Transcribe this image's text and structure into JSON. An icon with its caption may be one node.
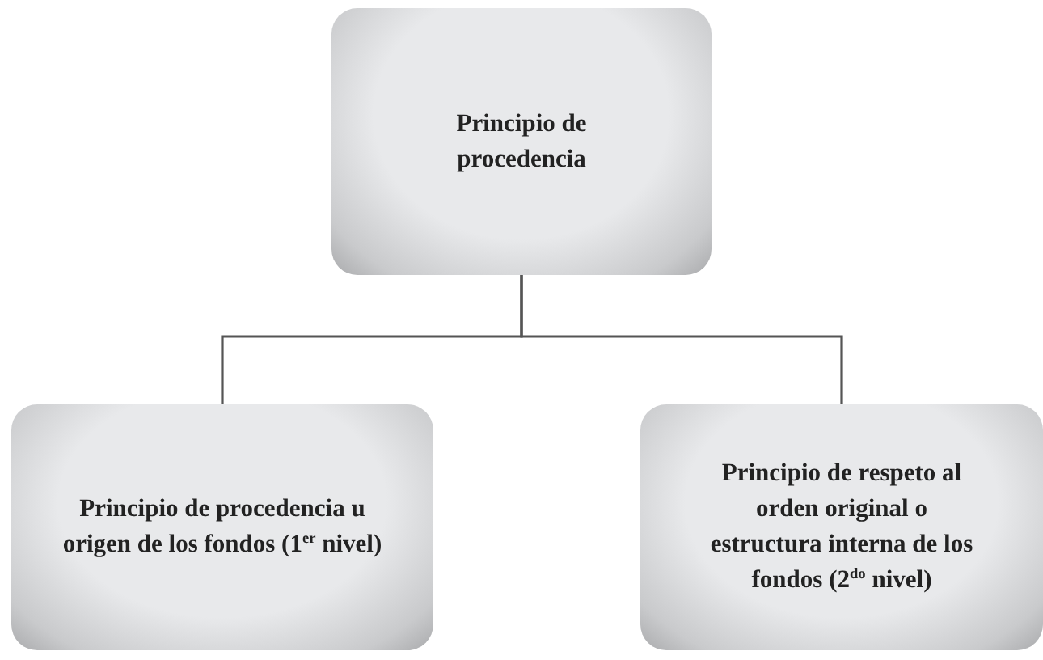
{
  "diagram": {
    "nodes": [
      {
        "text": [
          "Principio de procedencia"
        ]
      },
      {
        "text": [
          "Principio de procedencia u origen de los fondos (1$^{er}$ nivel)"
        ]
      },
      {
        "text": [
          "Principio de respeto al orden original o estructura interna de los fondos (2$^{do}$ nivel)"
        ]
      }
    ],
    "edges": [
      {
        "from": 0,
        "to": 1,
        "arrow": "none"
      },
      {
        "from": 0,
        "to": 2,
        "arrow": "none"
      }
    ]
  }
}
